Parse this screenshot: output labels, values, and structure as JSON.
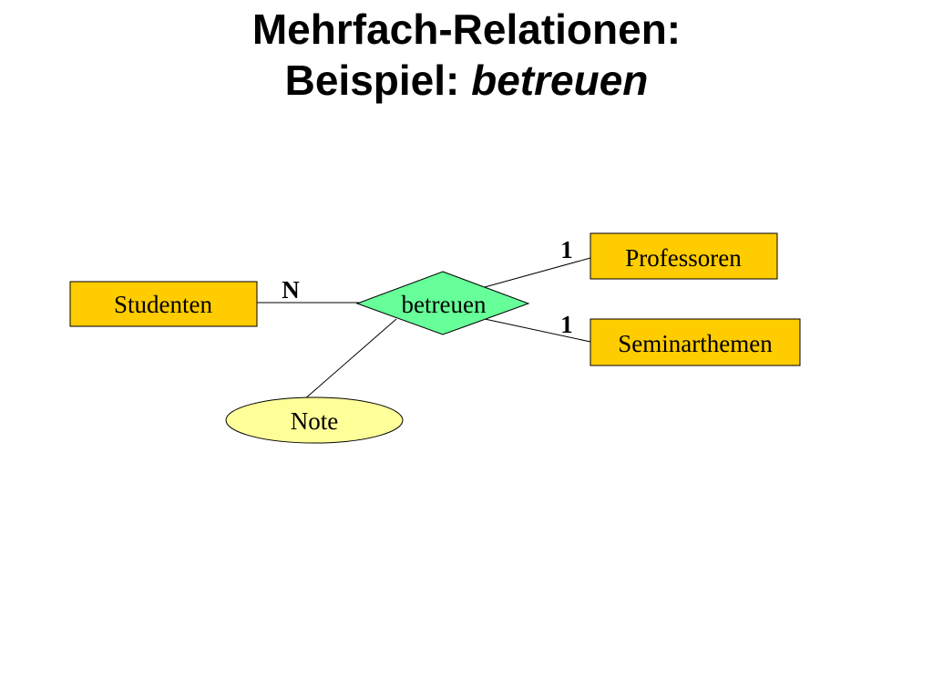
{
  "title": {
    "line1": "Mehrfach-Relationen:",
    "line2_prefix": "Beispiel: ",
    "line2_italic": "betreuen"
  },
  "diagram": {
    "entities": {
      "studenten": "Studenten",
      "professoren": "Professoren",
      "seminarthemen": "Seminarthemen"
    },
    "relationship": "betreuen",
    "attribute": "Note",
    "cardinalities": {
      "studenten": "N",
      "professoren": "1",
      "seminarthemen": "1"
    },
    "colors": {
      "entity_fill": "#FFCC00",
      "relationship_fill": "#66FF99",
      "attribute_fill": "#FFFF99",
      "stroke": "#000000"
    }
  }
}
